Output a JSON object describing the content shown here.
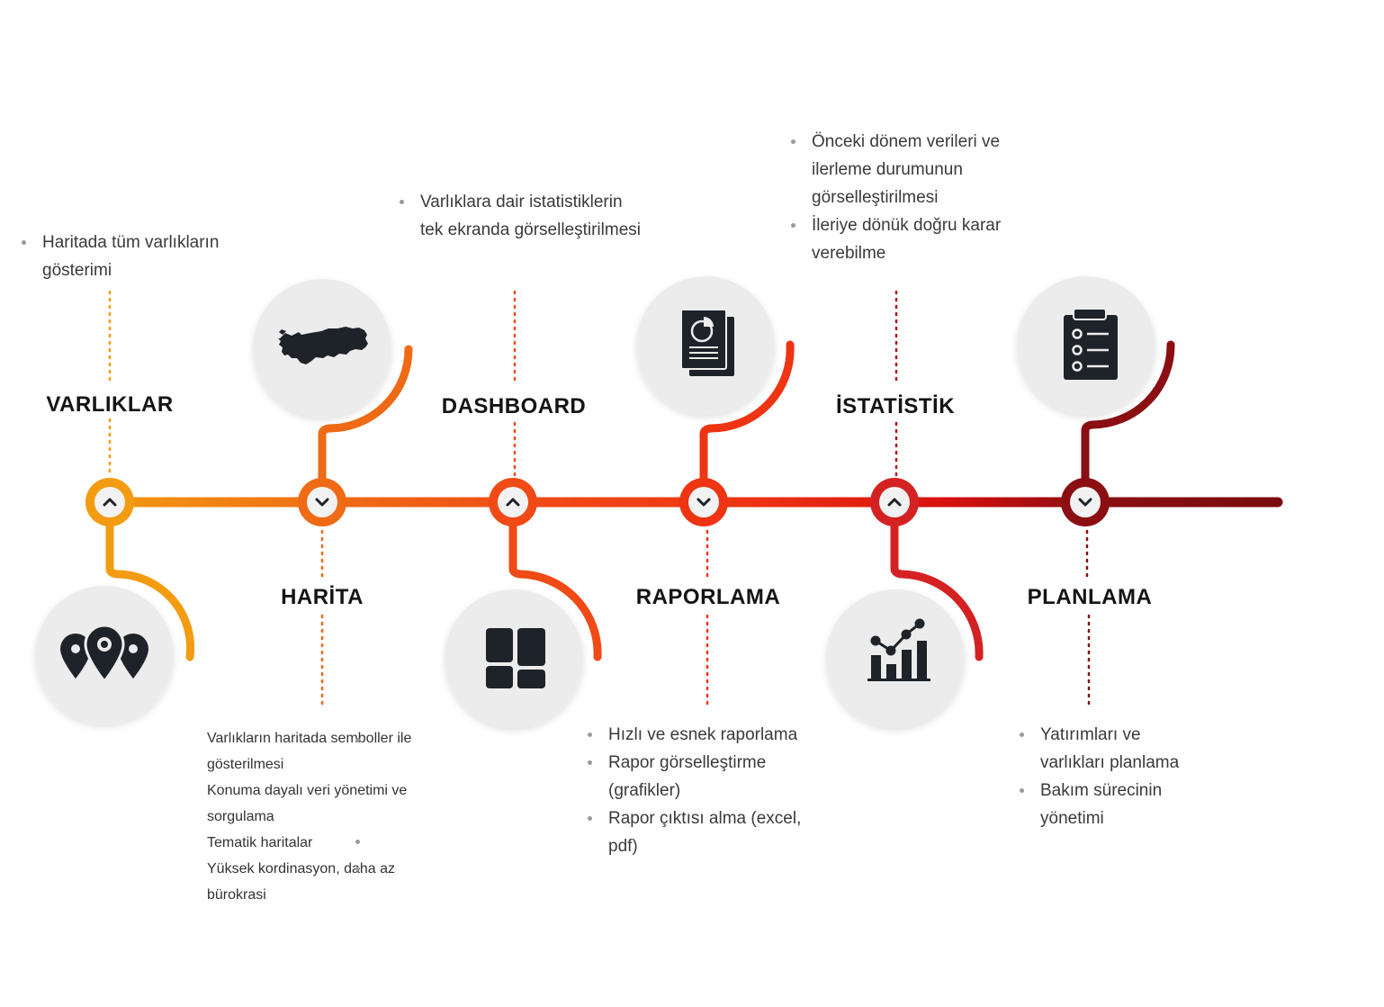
{
  "stages": [
    {
      "id": "varliklar",
      "title": "VARLIKLAR",
      "icon": "map-pins-icon",
      "direction": "up",
      "color": "#f39c12",
      "bullets": [
        "Haritada tüm varlıkların gösterimi"
      ]
    },
    {
      "id": "harita",
      "title": "HARİTA",
      "icon": "turkey-map-icon",
      "direction": "down",
      "color": "#ef6a14",
      "bullets": [
        "Varlıkların haritada semboller ile gösterilmesi",
        "Konuma dayalı veri yönetimi ve sorgulama",
        "Tematik haritalar",
        "Yüksek kordinasyon, daha az bürokrasi"
      ]
    },
    {
      "id": "dashboard",
      "title": "DASHBOARD",
      "icon": "dashboard-grid-icon",
      "direction": "up",
      "color": "#f04a16",
      "bullets": [
        "Varlıklara dair istatistiklerin tek ekranda görselleştirilmesi"
      ]
    },
    {
      "id": "raporlama",
      "title": "RAPORLAMA",
      "icon": "report-document-icon",
      "direction": "down",
      "color": "#ee3412",
      "bullets": [
        "Hızlı ve esnek raporlama",
        "Rapor görselleştirme (grafikler)",
        "Rapor çıktısı alma (excel, pdf)"
      ]
    },
    {
      "id": "istatistik",
      "title": "İSTATİSTİK",
      "icon": "bar-chart-trend-icon",
      "direction": "up",
      "color": "#d42222",
      "bullets": [
        "Önceki dönem verileri ve ilerleme durumunun görselleştirilmesi",
        "İleriye dönük doğru karar verebilme"
      ]
    },
    {
      "id": "planlama",
      "title": "PLANLAMA",
      "icon": "clipboard-checklist-icon",
      "direction": "down",
      "color": "#8b0e12",
      "bullets": [
        "Yatırımları ve varlıkları planlama",
        "Bakım sürecinin yönetimi"
      ]
    }
  ],
  "colors": {
    "track_gradient": [
      "#f39c12",
      "#ef6a14",
      "#f04a16",
      "#ee3412",
      "#d80f0f",
      "#8b0e12",
      "#7a0c10"
    ],
    "circle_fill": "#ececec",
    "icon_color": "#1e2329",
    "text_color": "#3a3a3a",
    "title_color": "#141414"
  }
}
